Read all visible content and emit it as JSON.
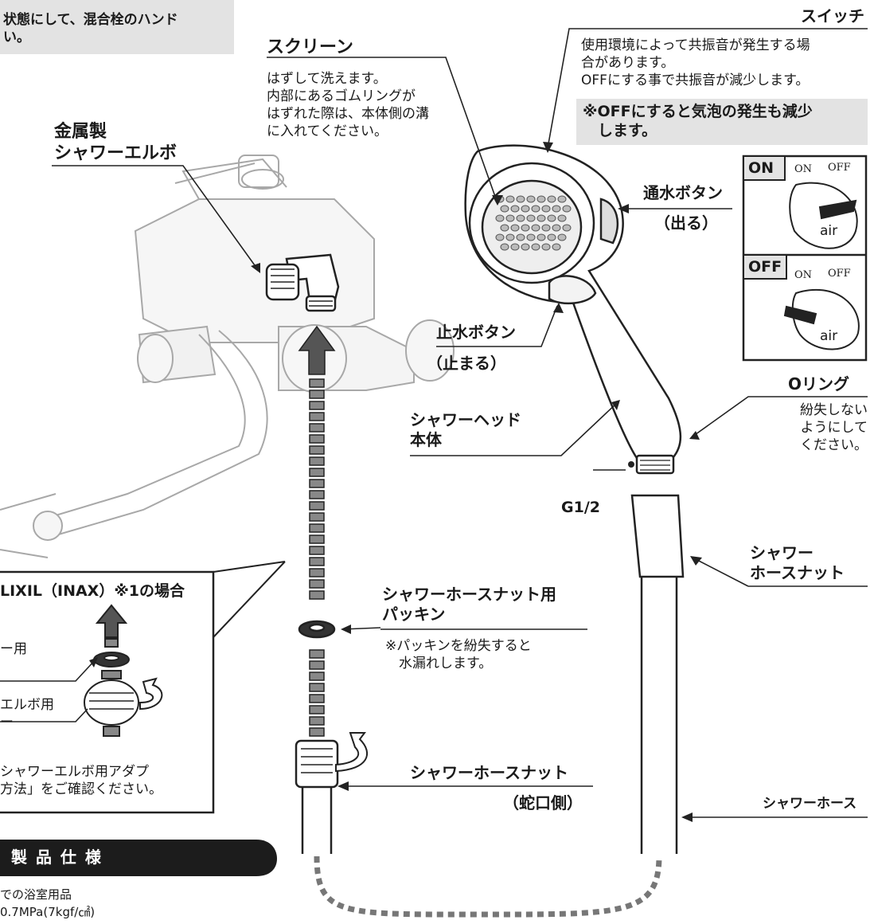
{
  "top_note": "状態にして、混合栓のハンド\nい。",
  "labels": {
    "switch_title": "スイッチ",
    "switch_desc": "使用環境によって共振音が発生する場\n合があります。\nOFFにする事で共振音が減少します。",
    "switch_note": "※OFFにすると気泡の発生も減少\n　します。",
    "screen_title": "スクリーン",
    "screen_desc": "はずして洗えます。\n内部にあるゴムリングが\nはずれた際は、本体側の溝\nに入れてください。",
    "elbow_title": "金属製\nシャワーエルボ",
    "water_on_button": "通水ボタン",
    "water_on_sub": "（出る）",
    "water_off_button": "止水ボタン",
    "water_off_sub": "（止まる）",
    "showerhead_body": "シャワーヘッド\n本体",
    "oring_title": "Oリング",
    "oring_desc": "紛失しない\nようにして\nください。",
    "thread_size": "G1/2",
    "hose_nut_head": "シャワー\nホースナット",
    "packing_title": "シャワーホースナット用\nパッキン",
    "packing_note": "※パッキンを紛失すると\n　水漏れします。",
    "hose_nut_faucet": "シャワーホースナット",
    "hose_nut_faucet_sub": "（蛇口側）",
    "shower_hose": "シャワーホース"
  },
  "switch_panel": {
    "on_label": "ON",
    "off_label": "OFF",
    "on_mark": "ON",
    "off_mark": "OFF",
    "air_text": "air"
  },
  "inset": {
    "title": "LIXIL（INAX）※1の場合",
    "label_1": "ー用",
    "label_2": "エルボ用\nー",
    "note": "シャワーエルボ用アダプ\n方法」をご確認ください。"
  },
  "spec": {
    "header": "製 品 仕 様",
    "line_1": "での浴室用品",
    "line_2": "0.7MPa(7kgf/㎠)"
  }
}
